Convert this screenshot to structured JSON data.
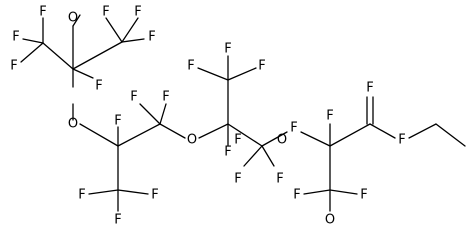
{
  "molecule": {
    "atoms": [
      {
        "id": "F1",
        "label": "F"
      },
      {
        "id": "F2",
        "label": "F"
      },
      {
        "id": "F3",
        "label": "F"
      },
      {
        "id": "F4",
        "label": "F"
      },
      {
        "id": "F5",
        "label": "F"
      },
      {
        "id": "F6",
        "label": "F"
      },
      {
        "id": "F7",
        "label": "F"
      },
      {
        "id": "O1",
        "label": "O"
      },
      {
        "id": "F8",
        "label": "F"
      },
      {
        "id": "F9",
        "label": "F"
      },
      {
        "id": "F10",
        "label": "F"
      },
      {
        "id": "O2",
        "label": "O"
      },
      {
        "id": "F11",
        "label": "F"
      },
      {
        "id": "F12",
        "label": "F"
      },
      {
        "id": "F13",
        "label": "F"
      },
      {
        "id": "F14",
        "label": "F"
      },
      {
        "id": "F15",
        "label": "F"
      },
      {
        "id": "F16",
        "label": "F"
      },
      {
        "id": "F17",
        "label": "F"
      },
      {
        "id": "F18",
        "label": "F"
      },
      {
        "id": "F19",
        "label": "F"
      },
      {
        "id": "F20",
        "label": "F"
      },
      {
        "id": "F21",
        "label": "F"
      },
      {
        "id": "F22",
        "label": "F"
      },
      {
        "id": "O3",
        "label": "O"
      },
      {
        "id": "F23",
        "label": "F"
      },
      {
        "id": "F24",
        "label": "F"
      },
      {
        "id": "F25",
        "label": "F"
      },
      {
        "id": "F26",
        "label": "F"
      },
      {
        "id": "O4",
        "label": "O"
      },
      {
        "id": "O5",
        "label": "O"
      }
    ]
  }
}
